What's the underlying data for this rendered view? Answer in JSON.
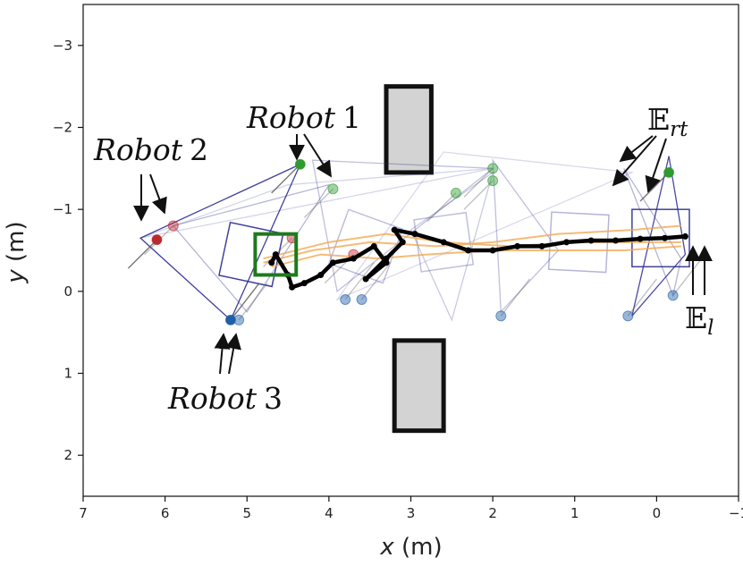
{
  "chart_data": {
    "type": "line",
    "xlabel_var": "x",
    "xlabel_unit": "(m)",
    "ylabel_var": "y",
    "ylabel_unit": "(m)",
    "xlim": [
      7,
      -1
    ],
    "ylim": [
      2.5,
      -3.5
    ],
    "xticks": [
      7,
      6,
      5,
      4,
      3,
      2,
      1,
      0,
      -1
    ],
    "yticks": [
      -3,
      -2,
      -1,
      0,
      1,
      2
    ],
    "xtick_labels": [
      "7",
      "6",
      "5",
      "4",
      "3",
      "2",
      "1",
      "0",
      "−1"
    ],
    "ytick_labels": [
      "−3",
      "−2",
      "−1",
      "0",
      "1",
      "2"
    ],
    "grid": false,
    "obstacles": [
      {
        "x0": 2.75,
        "x1": 3.3,
        "y0": -2.5,
        "y1": -1.45
      },
      {
        "x0": 2.6,
        "x1": 3.2,
        "y0": 0.6,
        "y1": 1.7
      }
    ],
    "goal_square": {
      "cx": 4.65,
      "cy": -0.45,
      "half": 0.25
    },
    "center_trajectory": [
      [
        4.7,
        -0.35
      ],
      [
        4.65,
        -0.45
      ],
      [
        4.5,
        -0.2
      ],
      [
        4.45,
        -0.05
      ],
      [
        4.3,
        -0.1
      ],
      [
        4.1,
        -0.2
      ],
      [
        3.95,
        -0.35
      ],
      [
        3.7,
        -0.4
      ],
      [
        3.45,
        -0.55
      ],
      [
        3.3,
        -0.35
      ],
      [
        3.55,
        -0.15
      ],
      [
        3.3,
        -0.4
      ],
      [
        3.1,
        -0.6
      ],
      [
        3.2,
        -0.75
      ],
      [
        2.95,
        -0.7
      ],
      [
        2.6,
        -0.6
      ],
      [
        2.3,
        -0.5
      ],
      [
        2.0,
        -0.5
      ],
      [
        1.7,
        -0.55
      ],
      [
        1.4,
        -0.55
      ],
      [
        1.1,
        -0.6
      ],
      [
        0.8,
        -0.62
      ],
      [
        0.5,
        -0.62
      ],
      [
        0.2,
        -0.64
      ],
      [
        -0.1,
        -0.65
      ],
      [
        -0.35,
        -0.67
      ]
    ],
    "orange_trajectories": [
      [
        [
          4.8,
          -0.35
        ],
        [
          4.2,
          -0.5
        ],
        [
          3.5,
          -0.6
        ],
        [
          2.7,
          -0.55
        ],
        [
          2.0,
          -0.6
        ],
        [
          1.2,
          -0.7
        ],
        [
          0.3,
          -0.75
        ],
        [
          -0.3,
          -0.8
        ]
      ],
      [
        [
          4.8,
          -0.4
        ],
        [
          4.0,
          -0.6
        ],
        [
          3.3,
          -0.7
        ],
        [
          2.6,
          -0.6
        ],
        [
          1.8,
          -0.55
        ],
        [
          1.0,
          -0.6
        ],
        [
          0.2,
          -0.6
        ],
        [
          -0.3,
          -0.6
        ]
      ],
      [
        [
          4.7,
          -0.3
        ],
        [
          4.1,
          -0.45
        ],
        [
          3.4,
          -0.4
        ],
        [
          2.8,
          -0.45
        ],
        [
          2.0,
          -0.5
        ],
        [
          1.3,
          -0.5
        ],
        [
          0.4,
          -0.5
        ],
        [
          -0.3,
          -0.55
        ]
      ]
    ],
    "triangles": [
      {
        "pts": [
          [
            6.3,
            -0.65
          ],
          [
            4.35,
            -1.55
          ],
          [
            5.2,
            0.35
          ]
        ],
        "opacity": 0.9
      },
      {
        "pts": [
          [
            5.9,
            -0.8
          ],
          [
            4.0,
            -1.3
          ],
          [
            5.0,
            0.25
          ]
        ],
        "opacity": 0.35
      },
      {
        "pts": [
          [
            4.2,
            -1.6
          ],
          [
            2.0,
            -1.5
          ],
          [
            3.9,
            0.0
          ]
        ],
        "opacity": 0.3
      },
      {
        "pts": [
          [
            2.0,
            -1.6
          ],
          [
            1.2,
            -0.5
          ],
          [
            1.9,
            0.25
          ]
        ],
        "opacity": 0.3
      },
      {
        "pts": [
          [
            0.4,
            -1.5
          ],
          [
            -0.3,
            -0.4
          ],
          [
            -0.2,
            0.05
          ]
        ],
        "opacity": 0.35
      },
      {
        "pts": [
          [
            -0.15,
            -1.65
          ],
          [
            -0.35,
            -0.45
          ],
          [
            0.3,
            0.3
          ]
        ],
        "opacity": 0.85
      },
      {
        "pts": [
          [
            3.0,
            -0.75
          ],
          [
            2.0,
            -1.45
          ],
          [
            2.5,
            0.35
          ]
        ],
        "opacity": 0.25
      },
      {
        "pts": [
          [
            6.3,
            -0.65
          ],
          [
            4.5,
            -1.3
          ],
          [
            2.0,
            -1.5
          ]
        ],
        "opacity": 0.2
      },
      {
        "pts": [
          [
            3.9,
            0.1
          ],
          [
            0.3,
            -1.45
          ],
          [
            2.6,
            -1.7
          ]
        ],
        "opacity": 0.18
      }
    ],
    "squares": [
      {
        "cx": 4.95,
        "cy": -0.45,
        "half": 0.33,
        "rot": 12,
        "opacity": 0.9
      },
      {
        "cx": 3.55,
        "cy": -0.55,
        "half": 0.35,
        "rot": 20,
        "opacity": 0.3
      },
      {
        "cx": 2.6,
        "cy": -0.6,
        "half": 0.32,
        "rot": -8,
        "opacity": 0.3
      },
      {
        "cx": 0.95,
        "cy": -0.6,
        "half": 0.35,
        "rot": 3,
        "opacity": 0.35
      },
      {
        "cx": -0.05,
        "cy": -0.65,
        "half": 0.35,
        "rot": 0,
        "opacity": 0.9
      }
    ],
    "robots": {
      "robot1": [
        [
          4.35,
          -1.55
        ],
        [
          3.95,
          -1.25
        ],
        [
          2.45,
          -1.2
        ],
        [
          2.0,
          -1.35
        ],
        [
          2.0,
          -1.5
        ],
        [
          -0.15,
          -1.45
        ]
      ],
      "robot2": [
        [
          6.1,
          -0.63
        ],
        [
          5.9,
          -0.8
        ],
        [
          4.45,
          -0.65
        ],
        [
          3.7,
          -0.45
        ]
      ],
      "robot3": [
        [
          5.2,
          0.35
        ],
        [
          5.1,
          0.35
        ],
        [
          3.8,
          0.1
        ],
        [
          3.6,
          0.1
        ],
        [
          1.9,
          0.3
        ],
        [
          0.35,
          0.3
        ],
        [
          -0.2,
          0.05
        ]
      ]
    },
    "annotations": {
      "robot1": {
        "name": "Robot",
        "number": "1"
      },
      "robot2": {
        "name": "Robot",
        "number": "2"
      },
      "robot3": {
        "name": "Robot",
        "number": "3"
      },
      "e_rt": {
        "symbol": "𝔼",
        "sub": "rt"
      },
      "e_l": {
        "symbol": "𝔼",
        "sub": "l"
      }
    },
    "colors": {
      "frame": "#2b2b8f",
      "trajectory": "#000000",
      "orange": "#f2a44a",
      "goal": "#1d7a1d",
      "obstacle_fill": "#d3d3d3",
      "robot1": "#2e9b2e",
      "robot2": "#c0272d",
      "robot3": "#1f5fa8"
    }
  }
}
